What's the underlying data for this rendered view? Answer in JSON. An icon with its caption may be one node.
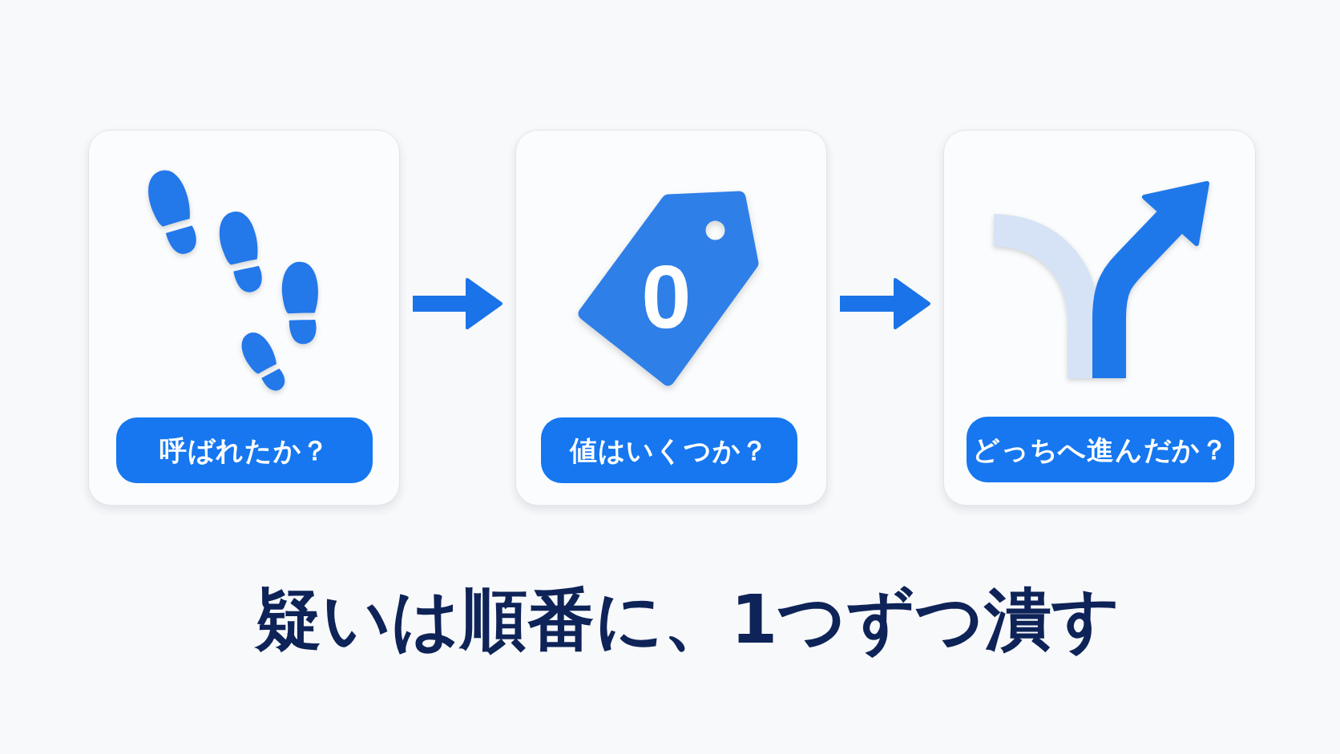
{
  "diagram": {
    "caption": "疑いは順番に、1つずつ潰す",
    "nodes": [
      {
        "text": [
          "呼ばれたか？"
        ]
      },
      {
        "text": [
          "値はいくつか？"
        ]
      },
      {
        "text": [
          "0"
        ],
        "in": 1
      },
      {
        "text": [
          "どっちへ進んだか？"
        ]
      }
    ],
    "edges": [
      {
        "from": 0,
        "to": 1,
        "arrow": "to"
      },
      {
        "from": 1,
        "to": 3,
        "arrow": "to"
      }
    ]
  }
}
